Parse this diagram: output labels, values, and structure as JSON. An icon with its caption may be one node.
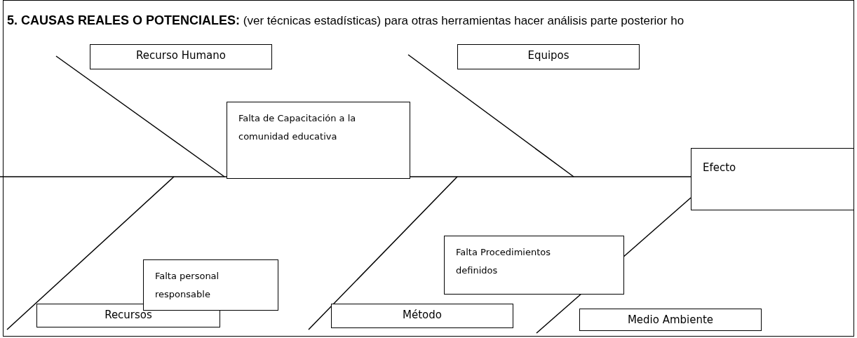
{
  "diagram": {
    "title": "**5. CAUSAS REALES O POTENCIALES:** (ver técnicas estadísticas) para otras herramientas hacer análisis parte posterior ho",
    "nodes": [
      {
        "text": [
          "Recurso Humano"
        ]
      },
      {
        "text": [
          "Equipos"
        ]
      },
      {
        "text": [
          "Falta de Capacitación a la comunidad educativa"
        ]
      },
      {
        "text": [
          "Efecto"
        ]
      },
      {
        "text": [
          "Falta Procedimientos definidos"
        ]
      },
      {
        "text": [
          "Falta personal responsable"
        ]
      },
      {
        "text": [
          "Recursos"
        ]
      },
      {
        "text": [
          "Método"
        ]
      },
      {
        "text": [
          "Medio Ambiente"
        ]
      }
    ]
  }
}
